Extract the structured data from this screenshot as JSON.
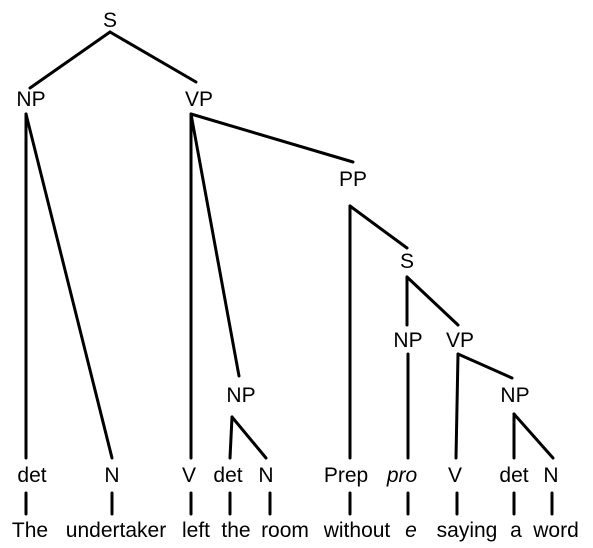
{
  "tree": {
    "nodes": {
      "s_root": "S",
      "np_subj": "NP",
      "vp_main": "VP",
      "pp": "PP",
      "s_embedded": "S",
      "np_pro": "NP",
      "vp_embedded": "VP",
      "np_object": "NP",
      "np_word": "NP"
    },
    "terminals_pos": {
      "det_1": "det",
      "n_1": "N",
      "v_1": "V",
      "det_2": "det",
      "n_2": "N",
      "prep": "Prep",
      "pro": "pro",
      "v_2": "V",
      "det_3": "det",
      "n_3": "N"
    },
    "words": {
      "the": "The",
      "undertaker": "undertaker",
      "left": "left",
      "the_2": "the",
      "room": "room",
      "without": "without",
      "e": "e",
      "saying": "saying",
      "a": "a",
      "word": "word"
    }
  }
}
